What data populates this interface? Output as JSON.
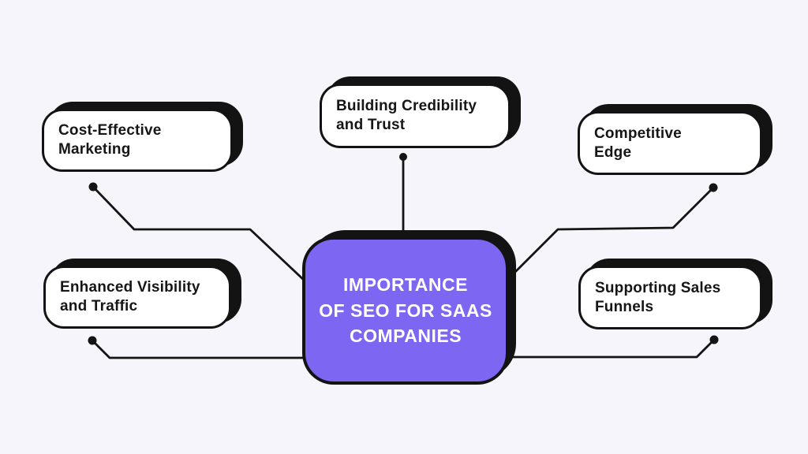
{
  "canvas": {
    "background_color": "#F5F5FB",
    "line_color": "#141414",
    "node_background": "#FFFFFF",
    "node_text_color": "#161616",
    "accent_purple": "#7C66F2",
    "center_text_color": "#FFFFFF"
  },
  "center": {
    "title": "IMPORTANCE OF SEO FOR SAAS COMPANIES",
    "title_lines": [
      "IMPORTANCE",
      "OF SEO FOR SAAS",
      "COMPANIES"
    ]
  },
  "nodes": [
    {
      "id": "cost-effective-marketing",
      "label": "Cost-Effective Marketing",
      "label_lines": [
        "Cost-Effective",
        "Marketing"
      ]
    },
    {
      "id": "building-credibility-and-trust",
      "label": "Building Credibility and Trust",
      "label_lines": [
        "Building Credibility",
        "and Trust"
      ]
    },
    {
      "id": "competitive-edge",
      "label": "Competitive Edge",
      "label_lines": [
        "Competitive",
        "Edge"
      ]
    },
    {
      "id": "enhanced-visibility-and-traffic",
      "label": "Enhanced Visibility and Traffic",
      "label_lines": [
        "Enhanced Visibility",
        "and Traffic"
      ]
    },
    {
      "id": "supporting-sales-funnels",
      "label": "Supporting Sales Funnels",
      "label_lines": [
        "Supporting Sales",
        "Funnels"
      ]
    }
  ]
}
